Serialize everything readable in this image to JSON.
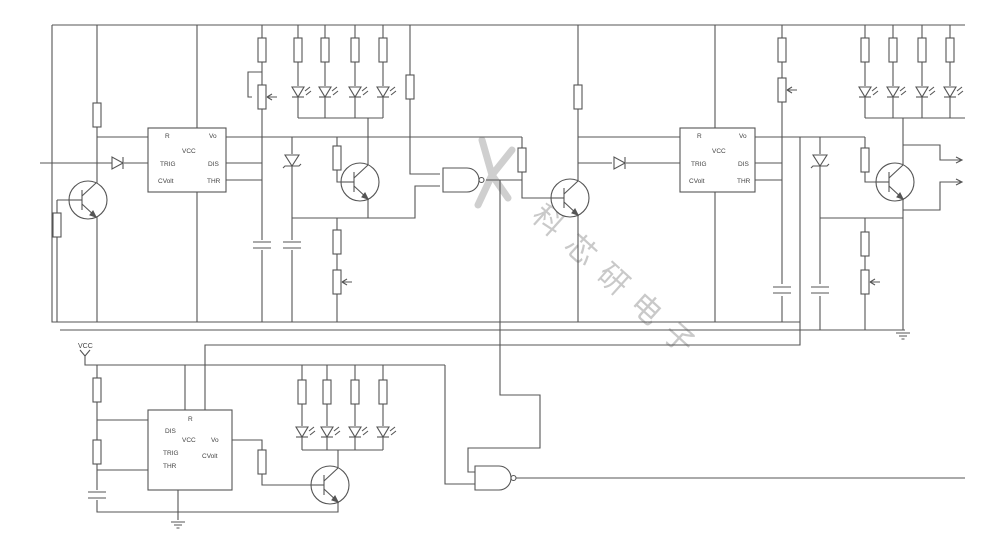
{
  "diagram": {
    "supply_label": "VCC",
    "watermark": "科芯研电子",
    "chips": {
      "left": {
        "r": "R",
        "out": "Vo",
        "vcc": "VCC",
        "trig": "TRIG",
        "dis": "DIS",
        "cv": "CVolt",
        "thr": "THR"
      },
      "right": {
        "r": "R",
        "out": "Vo",
        "vcc": "VCC",
        "trig": "TRIG",
        "dis": "DIS",
        "cv": "CVolt",
        "thr": "THR"
      },
      "bottom": {
        "r": "R",
        "out": "Vo",
        "vcc": "VCC",
        "trig": "TRIG",
        "dis": "DIS",
        "cv": "CVolt",
        "thr": "THR"
      }
    }
  },
  "colors": {
    "wire": "#555555",
    "background": "#ffffff",
    "watermark": "#c9c9c9"
  }
}
